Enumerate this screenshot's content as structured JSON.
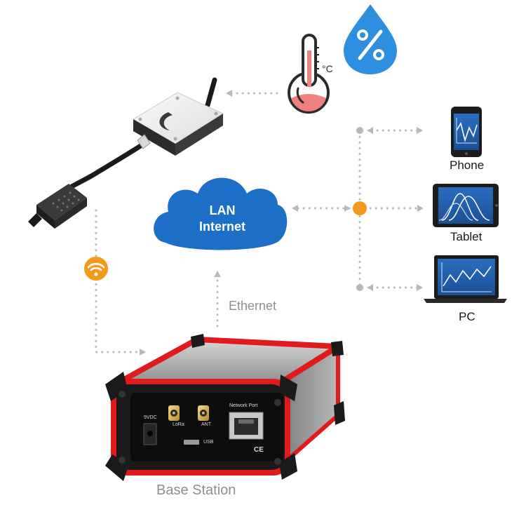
{
  "cloud": {
    "line1": "LAN",
    "line2": "Internet"
  },
  "connections": {
    "ethernet": "Ethernet"
  },
  "devices": {
    "phone": "Phone",
    "tablet": "Tablet",
    "pc": "PC"
  },
  "base_station": {
    "title": "Base Station",
    "port_power": "9VDC",
    "port_lora": "LoRa",
    "port_ant": "ANT",
    "port_usb": "USB",
    "port_network": "Network Port",
    "ce_mark": "CE"
  },
  "icons": {
    "humidity": "humidity-percent-icon",
    "thermometer": "thermometer-celsius-icon",
    "thermometer_unit": "°C",
    "wifi": "wifi-icon"
  },
  "colors": {
    "cloud_blue": "#1d6ec6",
    "hub_orange": "#f49a1a",
    "frame_red": "#e01b1b",
    "dots_gray": "#b8b8b8"
  }
}
